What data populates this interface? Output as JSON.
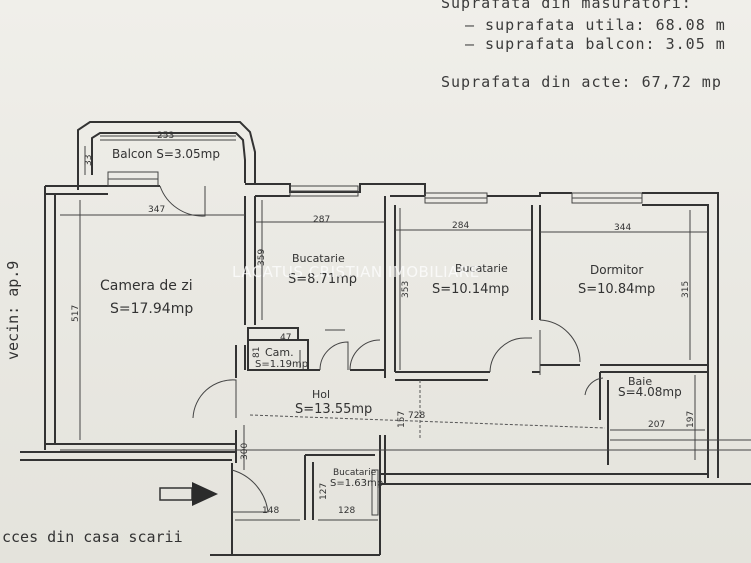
{
  "summary": {
    "title": "Suprafata din masuratori:",
    "line_utila": "– suprafata utila: 68.08 m",
    "line_balcon": "– suprafata balcon: 3.05 m",
    "line_acte": "Suprafata din acte: 67,72 mp"
  },
  "rooms": {
    "balcon": "Balcon S=3.05mp",
    "camera_name": "Camera de zi",
    "camera_area": "S=17.94mp",
    "bucatarie_name": "Bucatarie",
    "bucatarie_area": "S=8.71mp",
    "bucatarie2_name": "Bucatarie",
    "bucatarie2_area": "S=10.14mp",
    "dormitor_name": "Dormitor",
    "dormitor_area": "S=10.84mp",
    "camara_name": "Cam.",
    "camara_area": "S=1.19mp",
    "hol_name": "Hol",
    "hol_area": "S=13.55mp",
    "baie_name": "Baie",
    "baie_area": "S=4.08mp",
    "bucatarie3_name": "Bucatarie",
    "bucatarie3_area": "S=1.63mp"
  },
  "dimensions": {
    "d253": "253",
    "d33": "33",
    "d347": "347",
    "d287": "287",
    "d284": "284",
    "d344": "344",
    "d517": "517",
    "d359": "359",
    "d353": "353",
    "d315": "315",
    "d47": "47",
    "d81": "81",
    "d728": "728",
    "d157": "157",
    "d207": "207",
    "d197": "197",
    "d300": "300",
    "d148": "148",
    "d128": "128",
    "d127": "127"
  },
  "side_labels": {
    "vecin": "vecin: ap.9",
    "acces": "cces din casa scarii"
  },
  "watermark": "LACATUS CRISTIAN IMOBILIARE"
}
